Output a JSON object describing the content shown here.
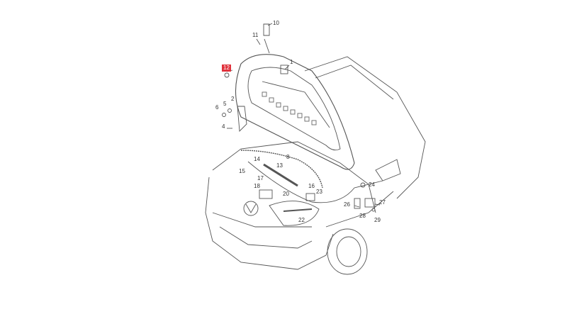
{
  "diagram": {
    "highlight_color": "#e0323c",
    "highlighted_part": "12",
    "callouts": [
      {
        "id": "c1",
        "text": "1"
      },
      {
        "id": "c2",
        "text": "2"
      },
      {
        "id": "c4",
        "text": "4"
      },
      {
        "id": "c5",
        "text": "5"
      },
      {
        "id": "c6",
        "text": "6"
      },
      {
        "id": "c8",
        "text": "8"
      },
      {
        "id": "c10",
        "text": "10"
      },
      {
        "id": "c11",
        "text": "11"
      },
      {
        "id": "c12",
        "text": "12"
      },
      {
        "id": "c13",
        "text": "13"
      },
      {
        "id": "c14",
        "text": "14"
      },
      {
        "id": "c15",
        "text": "15"
      },
      {
        "id": "c16",
        "text": "16"
      },
      {
        "id": "c17",
        "text": "17"
      },
      {
        "id": "c18",
        "text": "18"
      },
      {
        "id": "c20",
        "text": "20"
      },
      {
        "id": "c22",
        "text": "22"
      },
      {
        "id": "c23",
        "text": "23"
      },
      {
        "id": "c24",
        "text": "24"
      },
      {
        "id": "c26",
        "text": "26"
      },
      {
        "id": "c27",
        "text": "27"
      },
      {
        "id": "c28",
        "text": "28"
      },
      {
        "id": "c29",
        "text": "29"
      }
    ]
  }
}
